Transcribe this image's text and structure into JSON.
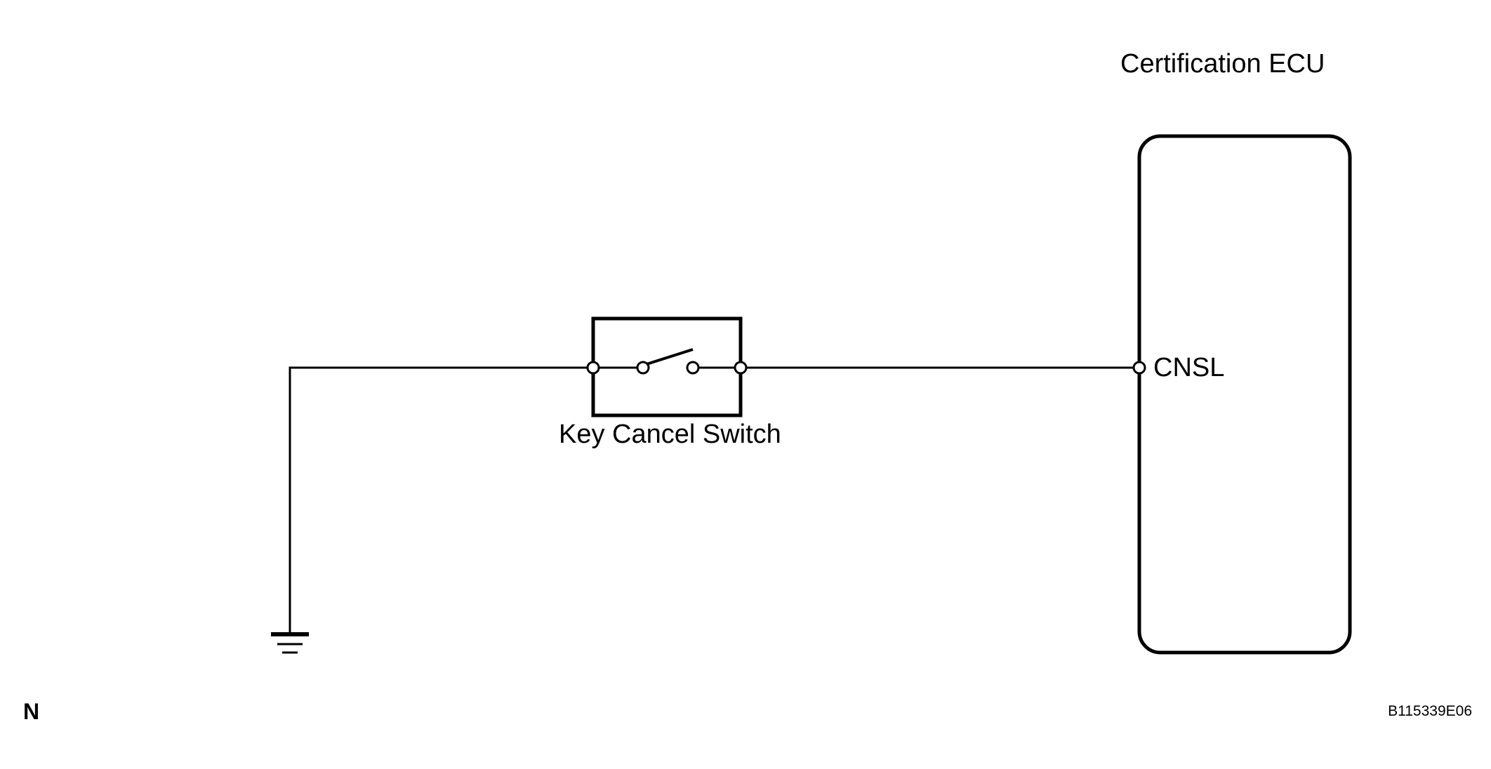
{
  "diagram": {
    "ecu_label": "Certification ECU",
    "ecu_terminal_label": "CNSL",
    "switch_label": "Key Cancel Switch",
    "corner_letter": "N",
    "figure_code": "B115339E06"
  },
  "colors": {
    "line": "#000000",
    "background": "#ffffff"
  }
}
